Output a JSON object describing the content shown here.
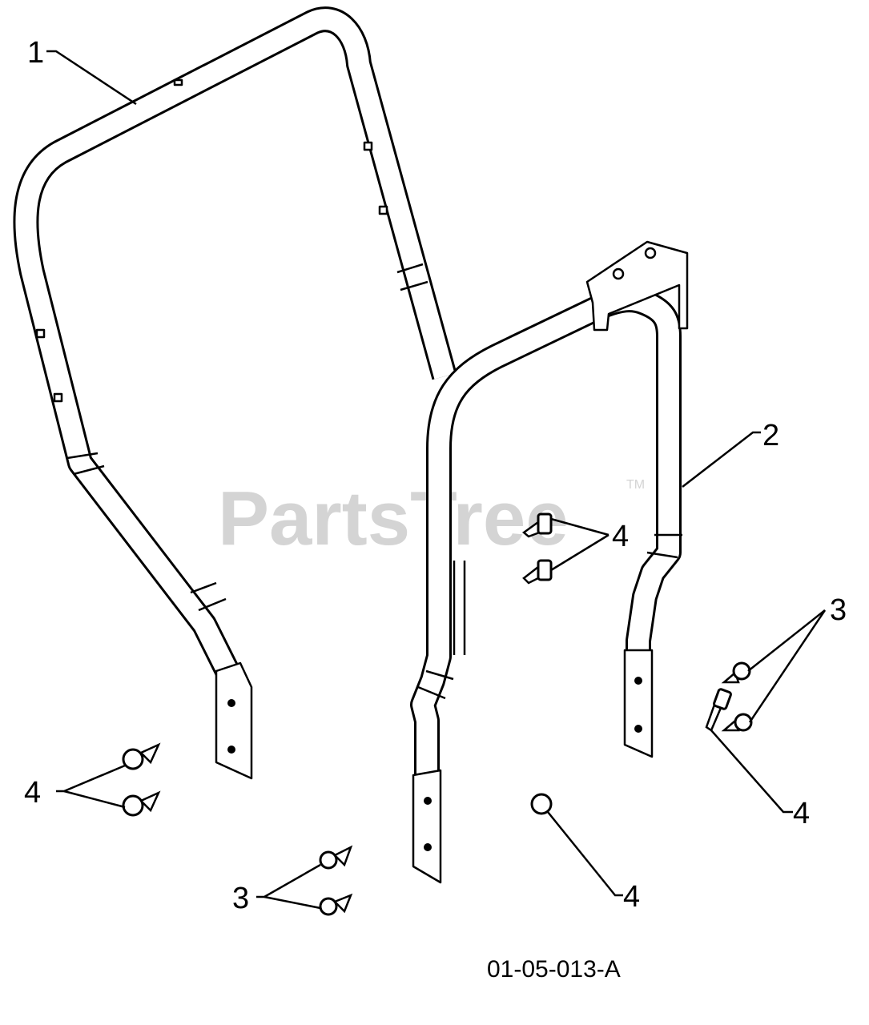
{
  "diagram": {
    "watermark": "PartsTree",
    "watermark_tm": "TM",
    "figure_code": "01-05-013-A",
    "callouts": [
      {
        "id": "1",
        "label": "1"
      },
      {
        "id": "2",
        "label": "2"
      },
      {
        "id": "3a",
        "label": "3"
      },
      {
        "id": "3b",
        "label": "3"
      },
      {
        "id": "4a",
        "label": "4"
      },
      {
        "id": "4b",
        "label": "4"
      },
      {
        "id": "4c",
        "label": "4"
      },
      {
        "id": "4d",
        "label": "4"
      }
    ]
  }
}
